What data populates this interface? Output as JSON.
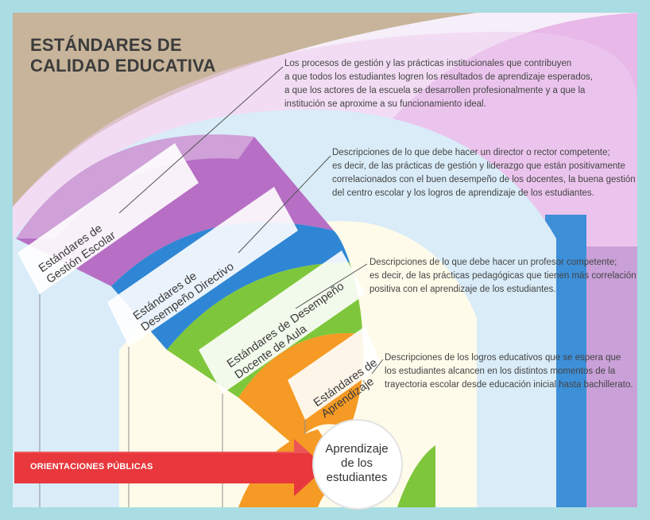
{
  "title": {
    "line1": "ESTÁNDARES DE",
    "line2": "CALIDAD EDUCATIVA"
  },
  "bands": [
    {
      "line1": "Estándares de",
      "line2": "Gestión Escolar",
      "color": "#b66fc4"
    },
    {
      "line1": "Estándares de",
      "line2": "Desempeño Directivo",
      "color": "#2f86d4"
    },
    {
      "line1": "Estándares de Desempeño",
      "line2": "Docente de Aula",
      "color": "#7ec63b"
    },
    {
      "line1": "Estándares de",
      "line2": "Aprendizaje",
      "color": "#f59a24"
    }
  ],
  "descriptions": [
    {
      "lines": [
        "Los procesos de gestión y las prácticas institucionales que contribuyen",
        "a que todos los estudiantes logren los resultados de aprendizaje esperados,",
        "a que los actores de la escuela se desarrollen profesionalmente y a que la",
        "institución se aproxime a su funcionamiento ideal."
      ]
    },
    {
      "lines": [
        "Descripciones de lo que debe hacer un director o rector competente;",
        "es decir, de las prácticas de gestión y liderazgo que están positivamente",
        "correlacionados con el buen desempeño de los docentes, la buena gestión",
        "del centro escolar y los logros de aprendizaje de los estudiantes."
      ]
    },
    {
      "lines": [
        "Descripciones de lo que debe hacer un profesor competente;",
        "es decir, de las prácticas pedagógicas que tienen más correlación",
        "positiva con el aprendizaje de los estudiantes."
      ]
    },
    {
      "lines": [
        "Descripciones de los logros educativos que se espera que",
        "los estudiantes alcancen en los distintos momentos de la",
        "trayectoria escolar desde educación inicial hasta bachillerato."
      ]
    }
  ],
  "arrow": {
    "label": "ORIENTACIONES PÚBLICAS",
    "color": "#e8383d"
  },
  "center": {
    "line1": "Aprendizaje",
    "line2": "de los",
    "line3": "estudiantes"
  },
  "colors": {
    "frame": "#a9dde3",
    "corner": "#c7b49a",
    "outer_arc": "#e7b8e8",
    "panel_blue": "#d9ecf8",
    "panel_cream": "#fffbea"
  }
}
